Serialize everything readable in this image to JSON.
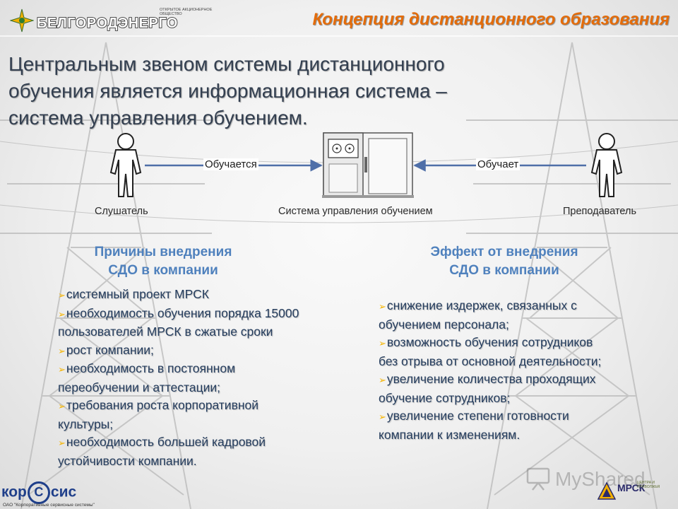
{
  "header": {
    "logo_name": "БЕЛГОРОДЭНЕРГО",
    "logo_subtitle": "ОТКРЫТОЕ АКЦИОНЕРНОЕ ОБЩЕСТВО",
    "title": "Концепция дистанционного образования"
  },
  "main_text": {
    "line1": "Центральным звеном системы дистанционного",
    "line2": "обучения является информационная система –",
    "line3": "система управления обучением."
  },
  "diagram": {
    "left_label": "Слушатель",
    "center_label": "Система управления обучением",
    "right_label": "Преподаватель",
    "left_arrow_label": "Обучается",
    "right_arrow_label": "Обучает",
    "left_icon": "person-icon",
    "center_icon": "server-cabinet-icon",
    "right_icon": "person-icon"
  },
  "reasons": {
    "heading_line1": "Причины внедрения",
    "heading_line2": "СДО в компании",
    "items": [
      [
        "системный проект МРСК"
      ],
      [
        "необходимость обучения порядка 15000",
        "пользователей МРСК в сжатые сроки"
      ],
      [
        "рост компании;"
      ],
      [
        "необходимость в постоянном",
        "переобучении и аттестации;"
      ],
      [
        "требования роста корпоративной",
        "культуры;"
      ],
      [
        "необходимость большей кадровой",
        "устойчивости компании."
      ]
    ]
  },
  "effects": {
    "heading_line1": "Эффект от внедрения",
    "heading_line2": "СДО в компании",
    "items": [
      [
        "снижение издержек, связанных с",
        "обучением персонала;"
      ],
      [
        "возможность обучения сотрудников",
        "без отрыва от основной деятельности;"
      ],
      [
        "увеличение количества проходящих",
        "обучение сотрудников;"
      ],
      [
        "увеличение степени готовности",
        "компании к изменениям."
      ]
    ]
  },
  "footer": {
    "korsis_left": "кор",
    "korsis_c": "С",
    "korsis_right": "сис",
    "korsis_sub": "ОАО \"Корпоративные сервисные системы\"",
    "watermark": "MyShared",
    "mrsk": "МРСК",
    "mrsk_sub": "ЦЕНТРА И ПРИВОЛЖЬЯ"
  },
  "colors": {
    "title_orange": "#e46c0a",
    "heading_blue": "#4f81bd",
    "text_dark_blue": "#253d5e",
    "bullet_yellow": "#f5b400",
    "arrow_blue": "#4f6fa8"
  }
}
